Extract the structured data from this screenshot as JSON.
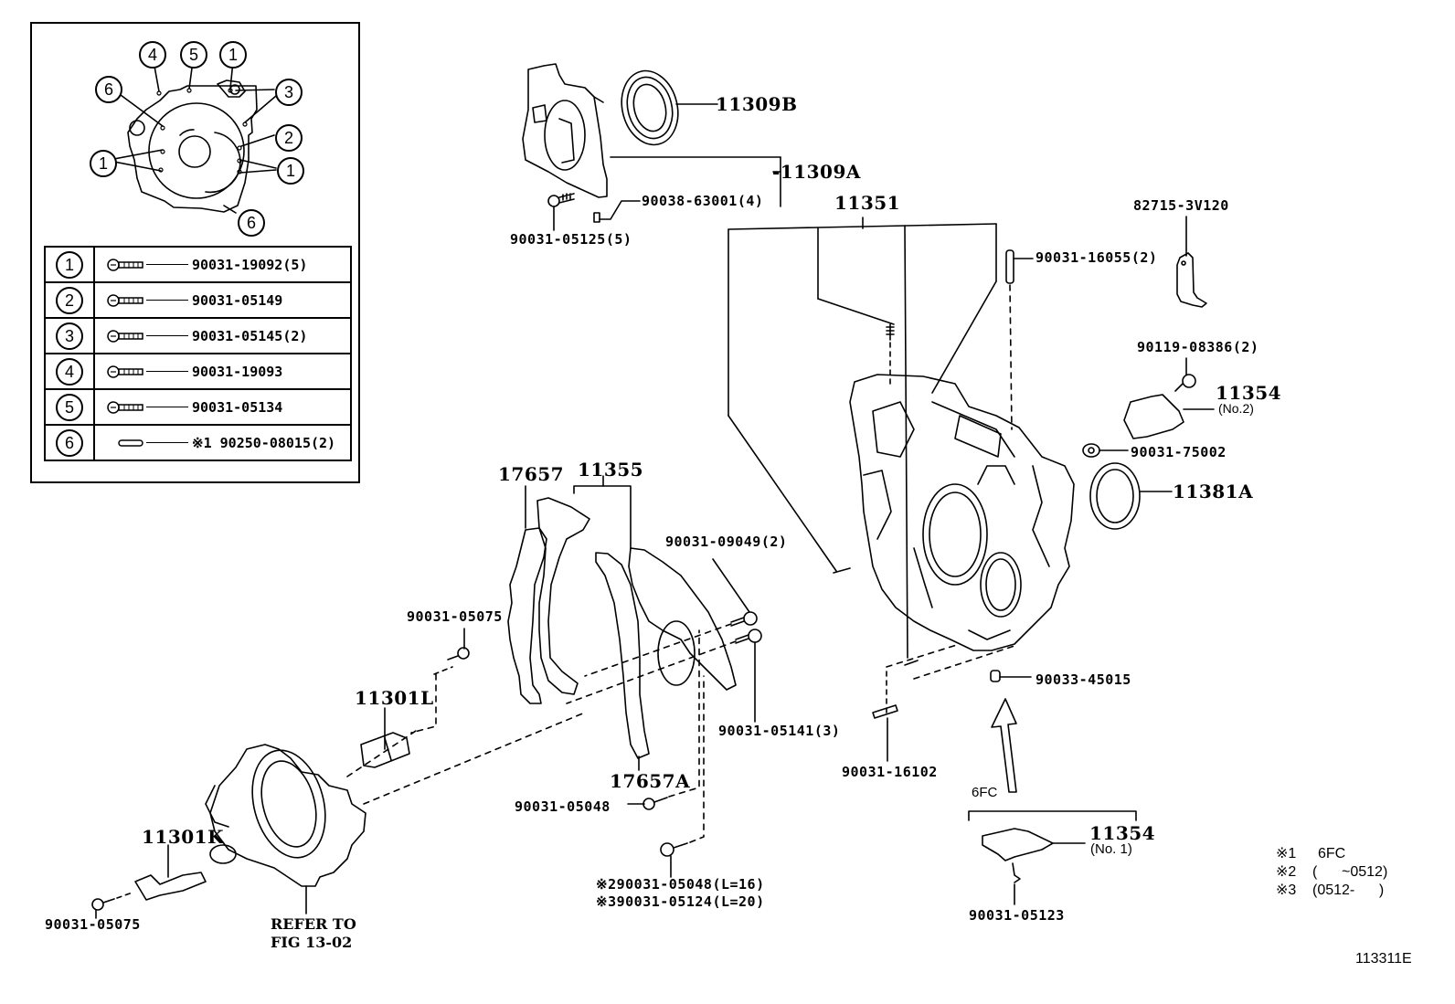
{
  "diagram": {
    "figure_id": "113311E",
    "refer_note": [
      "REFER TO",
      "FIG 13-02"
    ]
  },
  "inset": {
    "callouts": [
      "4",
      "5",
      "1",
      "6",
      "3",
      "2",
      "1",
      "1",
      "6"
    ],
    "legend": [
      {
        "num": "1",
        "icon": "bolt-icon",
        "part": "90031-19092(5)"
      },
      {
        "num": "2",
        "icon": "bolt-icon",
        "part": "90031-05149"
      },
      {
        "num": "3",
        "icon": "bolt-icon",
        "part": "90031-05145(2)"
      },
      {
        "num": "4",
        "icon": "bolt-icon",
        "part": "90031-19093"
      },
      {
        "num": "5",
        "icon": "bolt-icon",
        "part": "90031-05134"
      },
      {
        "num": "6",
        "icon": "pin-icon",
        "part": "※1 90250-08015(2)"
      }
    ]
  },
  "labels": {
    "p11309B": "11309B",
    "p11309A": "-11309A",
    "p90038": "90038-63001(4)",
    "p90031_05125": "90031-05125(5)",
    "p11351": "11351",
    "p82715": "82715-3V120",
    "p90031_16055": "90031-16055(2)",
    "p90119": "90119-08386(2)",
    "p11354_2": "11354",
    "p11354_2_sub": "(No.2)",
    "p90031_75002": "90031-75002",
    "p11381A": "11381A",
    "p17657": "17657",
    "p11355": "11355",
    "p90031_09049": "90031-09049(2)",
    "p90031_05075_a": "90031-05075",
    "p11301L": "11301L",
    "p90031_05141": "90031-05141(3)",
    "p17657A": "17657A",
    "p90031_05048": "90031-05048",
    "p90031_05048_n2": "※290031-05048(L=16)",
    "p90031_05124_n3": "※390031-05124(L=20)",
    "p11301K": "11301K",
    "p90031_05075_b": "90031-05075",
    "p90033_45015": "90033-45015",
    "p90031_16102": "90031-16102",
    "p6FC": "6FC",
    "p11354_1": "11354",
    "p11354_1_sub": "(No. 1)",
    "p90031_05123": "90031-05123"
  },
  "notes": [
    {
      "mark": "※1",
      "text": "6FC"
    },
    {
      "mark": "※2",
      "text": "(      ~0512)"
    },
    {
      "mark": "※3",
      "text": "(0512-      )"
    }
  ]
}
